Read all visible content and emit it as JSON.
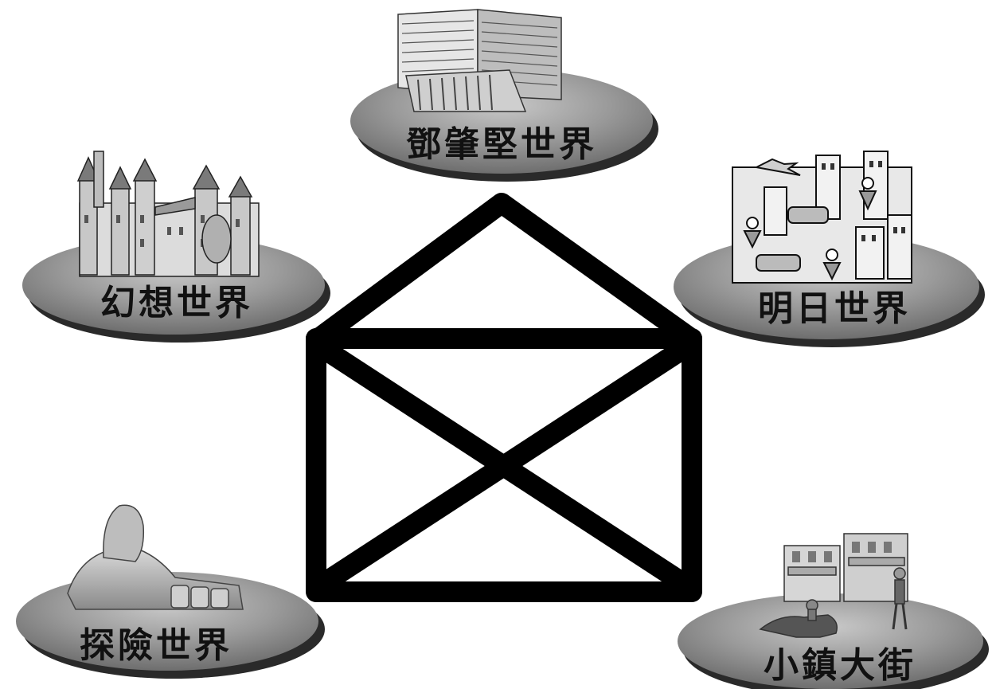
{
  "diagram": {
    "center_icon": "envelope-icon",
    "worlds": [
      {
        "id": "top",
        "label": "鄧肇堅世界",
        "icon": "office-building-icon"
      },
      {
        "id": "left",
        "label": "幻想世界",
        "icon": "castle-icon"
      },
      {
        "id": "right",
        "label": "明日世界",
        "icon": "future-city-icon"
      },
      {
        "id": "bottom-left",
        "label": "探險世界",
        "icon": "sphinx-icon"
      },
      {
        "id": "bottom-right",
        "label": "小鎮大街",
        "icon": "western-town-icon"
      }
    ]
  },
  "colors": {
    "platform_fill": "#9a9a9a",
    "platform_shadow": "#2a2a2a",
    "outline": "#000000",
    "background": "#ffffff"
  }
}
